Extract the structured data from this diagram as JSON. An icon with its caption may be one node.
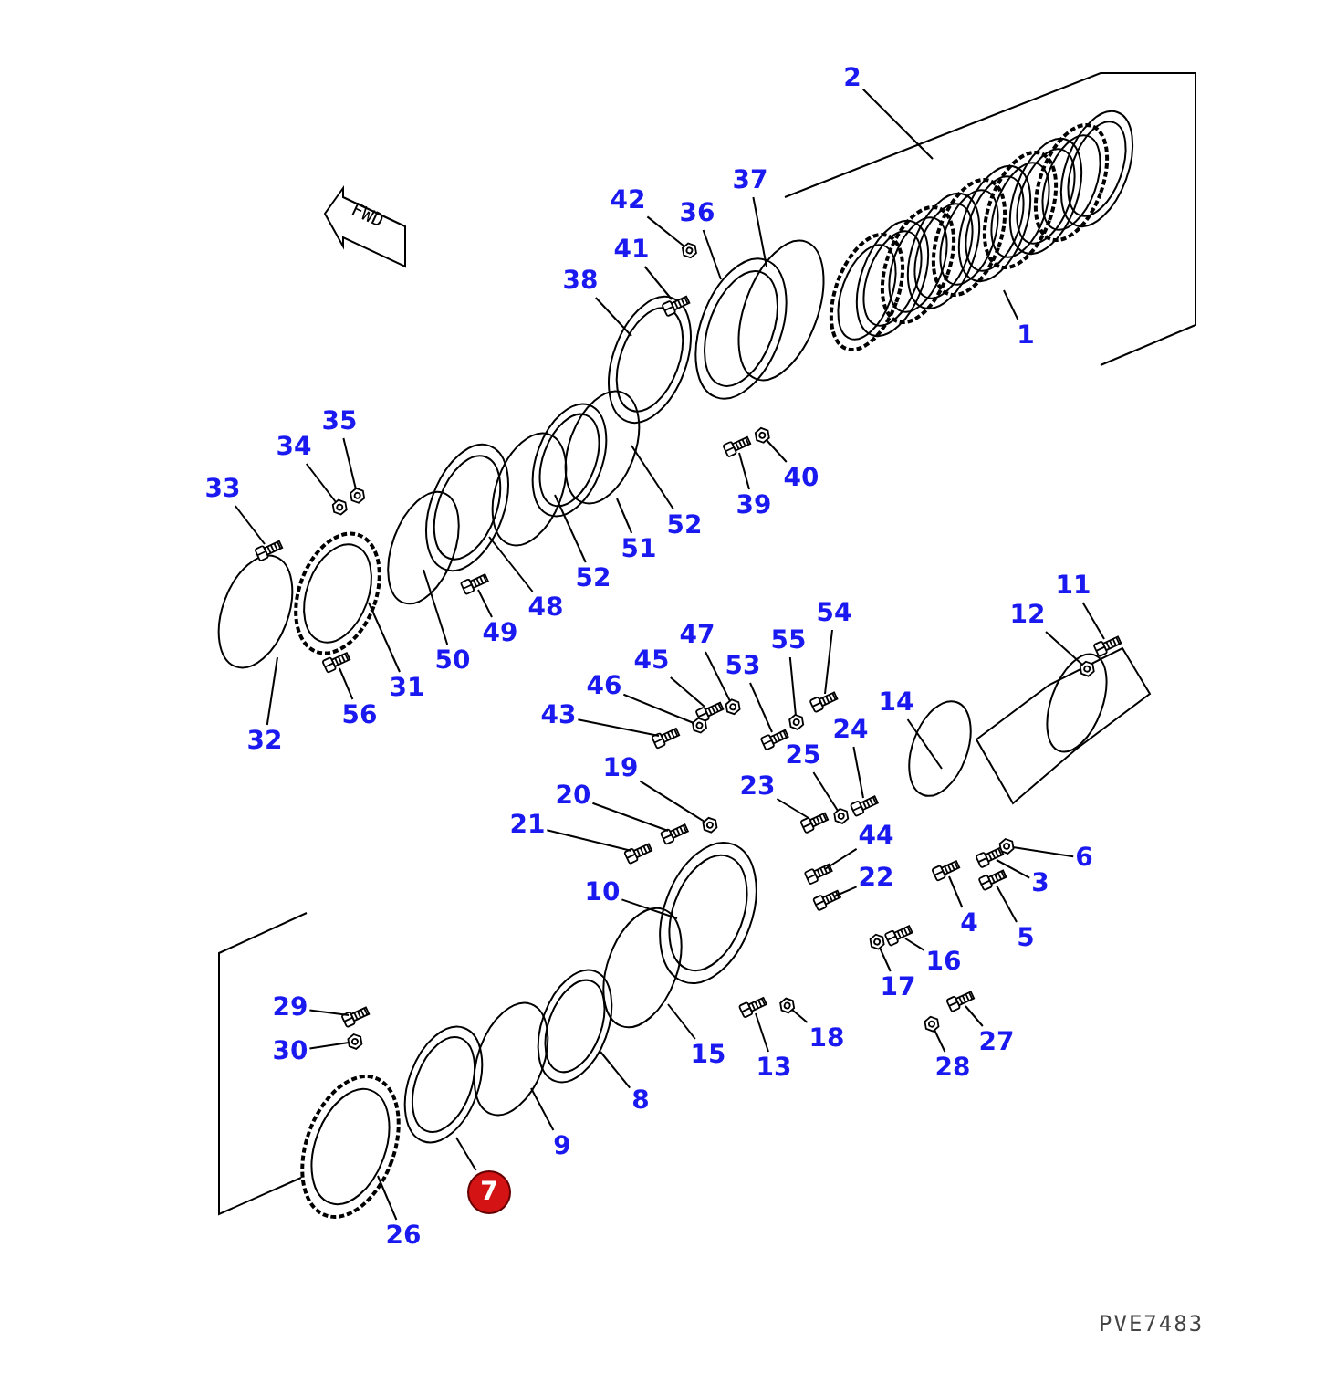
{
  "diagram": {
    "nodes": [
      {
        "text": [
          "2"
        ]
      },
      {
        "text": [
          "37"
        ]
      },
      {
        "text": [
          "42"
        ]
      },
      {
        "text": [
          "36"
        ]
      },
      {
        "text": [
          "41"
        ]
      },
      {
        "text": [
          "38"
        ]
      },
      {
        "text": [
          "1"
        ]
      },
      {
        "text": [
          "35"
        ]
      },
      {
        "text": [
          "34"
        ]
      },
      {
        "text": [
          "40"
        ]
      },
      {
        "text": [
          "33"
        ]
      },
      {
        "text": [
          "39"
        ]
      },
      {
        "text": [
          "52"
        ]
      },
      {
        "text": [
          "51"
        ]
      },
      {
        "text": [
          "52"
        ]
      },
      {
        "text": [
          "11"
        ]
      },
      {
        "text": [
          "48"
        ]
      },
      {
        "text": [
          "12"
        ]
      },
      {
        "text": [
          "54"
        ]
      },
      {
        "text": [
          "49"
        ]
      },
      {
        "text": [
          "47"
        ]
      },
      {
        "text": [
          "55"
        ]
      },
      {
        "text": [
          "50"
        ]
      },
      {
        "text": [
          "45"
        ]
      },
      {
        "text": [
          "53"
        ]
      },
      {
        "text": [
          "31"
        ]
      },
      {
        "text": [
          "46"
        ]
      },
      {
        "text": [
          "14"
        ]
      },
      {
        "text": [
          "56"
        ]
      },
      {
        "text": [
          "43"
        ]
      },
      {
        "text": [
          "24"
        ]
      },
      {
        "text": [
          "32"
        ]
      },
      {
        "text": [
          "25"
        ]
      },
      {
        "text": [
          "19"
        ]
      },
      {
        "text": [
          "23"
        ]
      },
      {
        "text": [
          "20"
        ]
      },
      {
        "text": [
          "21"
        ]
      },
      {
        "text": [
          "44"
        ]
      },
      {
        "text": [
          "6"
        ]
      },
      {
        "text": [
          "22"
        ]
      },
      {
        "text": [
          "3"
        ]
      },
      {
        "text": [
          "10"
        ]
      },
      {
        "text": [
          "4"
        ]
      },
      {
        "text": [
          "5"
        ]
      },
      {
        "text": [
          "16"
        ]
      },
      {
        "text": [
          "17"
        ]
      },
      {
        "text": [
          "29"
        ]
      },
      {
        "text": [
          "18"
        ]
      },
      {
        "text": [
          "27"
        ]
      },
      {
        "text": [
          "30"
        ]
      },
      {
        "text": [
          "15"
        ]
      },
      {
        "text": [
          "13"
        ]
      },
      {
        "text": [
          "28"
        ]
      },
      {
        "text": [
          "8"
        ]
      },
      {
        "text": [
          "9"
        ]
      },
      {
        "text": [
          "7"
        ]
      },
      {
        "text": [
          "26"
        ]
      },
      {
        "text": [],
        "shape": "picture"
      },
      {
        "text": [],
        "shape": "picture"
      },
      {
        "text": [],
        "shape": "picture"
      },
      {
        "text": [],
        "shape": "picture"
      },
      {
        "text": [],
        "shape": "picture"
      },
      {
        "text": [],
        "shape": "picture"
      },
      {
        "text": [],
        "shape": "picture"
      },
      {
        "text": [],
        "shape": "picture"
      },
      {
        "text": [],
        "shape": "picture"
      },
      {
        "text": [],
        "shape": "picture"
      },
      {
        "text": [],
        "shape": "picture"
      },
      {
        "text": [],
        "shape": "picture"
      },
      {
        "text": [],
        "shape": "picture"
      },
      {
        "text": [],
        "shape": "picture"
      },
      {
        "text": [],
        "shape": "picture"
      },
      {
        "text": [],
        "shape": "picture"
      },
      {
        "text": [],
        "shape": "picture"
      },
      {
        "text": [],
        "shape": "picture"
      },
      {
        "text": [],
        "shape": "picture"
      },
      {
        "text": [],
        "shape": "picture"
      },
      {
        "text": [],
        "shape": "picture"
      },
      {
        "text": [],
        "shape": "picture"
      },
      {
        "text": [],
        "shape": "picture"
      },
      {
        "text": [],
        "shape": "picture"
      },
      {
        "text": [],
        "shape": "picture"
      },
      {
        "text": [],
        "shape": "picture"
      },
      {
        "text": [],
        "shape": "picture"
      },
      {
        "text": [],
        "shape": "picture"
      },
      {
        "text": [],
        "shape": "picture"
      },
      {
        "text": [],
        "shape": "picture"
      },
      {
        "text": [],
        "shape": "picture"
      },
      {
        "text": [],
        "shape": "picture"
      },
      {
        "text": [],
        "shape": "picture"
      },
      {
        "text": [],
        "shape": "picture"
      },
      {
        "text": [],
        "shape": "picture"
      },
      {
        "text": [],
        "shape": "picture"
      },
      {
        "text": [],
        "shape": "picture"
      },
      {
        "text": [],
        "shape": "picture"
      }
    ],
    "edges": [
      {
        "from": 0,
        "to": null,
        "arrow": "none"
      },
      {
        "from": 1,
        "to": null,
        "arrow": "none"
      },
      {
        "from": 2,
        "to": 57,
        "arrow": "none"
      },
      {
        "from": 3,
        "to": null,
        "arrow": "none"
      },
      {
        "from": 4,
        "to": 58,
        "arrow": "none"
      },
      {
        "from": 5,
        "to": null,
        "arrow": "none"
      },
      {
        "from": 6,
        "to": null,
        "arrow": "none"
      },
      {
        "from": 7,
        "to": 61,
        "arrow": "none"
      },
      {
        "from": 8,
        "to": 62,
        "arrow": "none"
      },
      {
        "from": 9,
        "to": 59,
        "arrow": "none"
      },
      {
        "from": 10,
        "to": 63,
        "arrow": "none"
      },
      {
        "from": 11,
        "to": 60,
        "arrow": "none"
      },
      {
        "from": 12,
        "to": null,
        "arrow": "none"
      },
      {
        "from": 13,
        "to": null,
        "arrow": "none"
      },
      {
        "from": 14,
        "to": null,
        "arrow": "none"
      },
      {
        "from": 15,
        "to": 65,
        "arrow": "none"
      },
      {
        "from": 16,
        "to": null,
        "arrow": "none"
      },
      {
        "from": 17,
        "to": 66,
        "arrow": "none"
      },
      {
        "from": 18,
        "to": 68,
        "arrow": "none"
      },
      {
        "from": 19,
        "to": 64,
        "arrow": "none"
      },
      {
        "from": 20,
        "to": 69,
        "arrow": "none"
      },
      {
        "from": 21,
        "to": 71,
        "arrow": "none"
      },
      {
        "from": 22,
        "to": null,
        "arrow": "none"
      },
      {
        "from": 23,
        "to": 70,
        "arrow": "none"
      },
      {
        "from": 24,
        "to": 73,
        "arrow": "none"
      },
      {
        "from": 25,
        "to": null,
        "arrow": "none"
      },
      {
        "from": 26,
        "to": 72,
        "arrow": "none"
      },
      {
        "from": 27,
        "to": null,
        "arrow": "none"
      },
      {
        "from": 28,
        "to": 67,
        "arrow": "none"
      },
      {
        "from": 29,
        "to": 74,
        "arrow": "none"
      },
      {
        "from": 30,
        "to": 75,
        "arrow": "none"
      },
      {
        "from": 31,
        "to": null,
        "arrow": "none"
      },
      {
        "from": 32,
        "to": 76,
        "arrow": "none"
      },
      {
        "from": 33,
        "to": 78,
        "arrow": "none"
      },
      {
        "from": 34,
        "to": 77,
        "arrow": "none"
      },
      {
        "from": 35,
        "to": 79,
        "arrow": "none"
      },
      {
        "from": 36,
        "to": 81,
        "arrow": "none"
      },
      {
        "from": 37,
        "to": 83,
        "arrow": "none"
      },
      {
        "from": 38,
        "to": 80,
        "arrow": "none"
      },
      {
        "from": 39,
        "to": 86,
        "arrow": "none"
      },
      {
        "from": 40,
        "to": 82,
        "arrow": "none"
      },
      {
        "from": 41,
        "to": null,
        "arrow": "none"
      },
      {
        "from": 42,
        "to": 84,
        "arrow": "none"
      },
      {
        "from": 43,
        "to": 85,
        "arrow": "none"
      },
      {
        "from": 44,
        "to": 87,
        "arrow": "none"
      },
      {
        "from": 45,
        "to": 88,
        "arrow": "none"
      },
      {
        "from": 46,
        "to": 92,
        "arrow": "none"
      },
      {
        "from": 47,
        "to": 90,
        "arrow": "none"
      },
      {
        "from": 48,
        "to": 89,
        "arrow": "none"
      },
      {
        "from": 49,
        "to": 94,
        "arrow": "none"
      },
      {
        "from": 50,
        "to": null,
        "arrow": "none"
      },
      {
        "from": 51,
        "to": 91,
        "arrow": "none"
      },
      {
        "from": 52,
        "to": 93,
        "arrow": "none"
      },
      {
        "from": 53,
        "to": null,
        "arrow": "none"
      },
      {
        "from": 54,
        "to": null,
        "arrow": "none"
      },
      {
        "from": 55,
        "to": null,
        "arrow": "none"
      },
      {
        "from": 56,
        "to": null,
        "arrow": "none"
      }
    ],
    "labels": [
      "FWD",
      "PVE7483"
    ]
  }
}
